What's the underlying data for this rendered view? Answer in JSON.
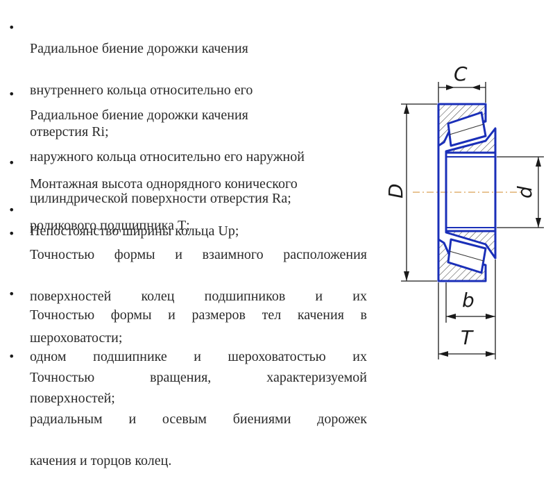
{
  "list": {
    "items": [
      {
        "lines": [
          "Радиальное биение дорожки качения",
          "внутреннего кольца относительно его",
          "отверстия Ri;"
        ]
      },
      {
        "lines": [
          "Радиальное биение дорожки качения",
          "наружного кольца относительно его наружной",
          "цилиндрической поверхности отверстия Ra;"
        ]
      },
      {
        "lines": [
          "Монтажная высота однорядного конического",
          "роликового подшипника Т;"
        ]
      },
      {
        "lines": [
          "Непостоянство ширины кольца Up;"
        ]
      },
      {
        "lines": [
          "Точностью формы и взаимного расположения",
          "поверхностей колец подшипников и их",
          "шероховатости;"
        ]
      },
      {
        "lines": [
          "Точностью формы и размеров тел качения в",
          "одном подшипнике и шероховатостью их",
          "поверхностей;"
        ]
      },
      {
        "lines": [
          "Точностью вращения, характеризуемой",
          "радиальным и осевым биениями дорожек",
          "качения и торцов колец."
        ]
      }
    ],
    "bullet": "•"
  },
  "drawing": {
    "labels": {
      "C": "C",
      "D": "D",
      "d": "d",
      "b": "b",
      "T": "T"
    },
    "colors": {
      "outline": "#1a2fb8",
      "line": "#1a1a1a",
      "hatch": "#555555",
      "axis": "#e0b070"
    }
  }
}
